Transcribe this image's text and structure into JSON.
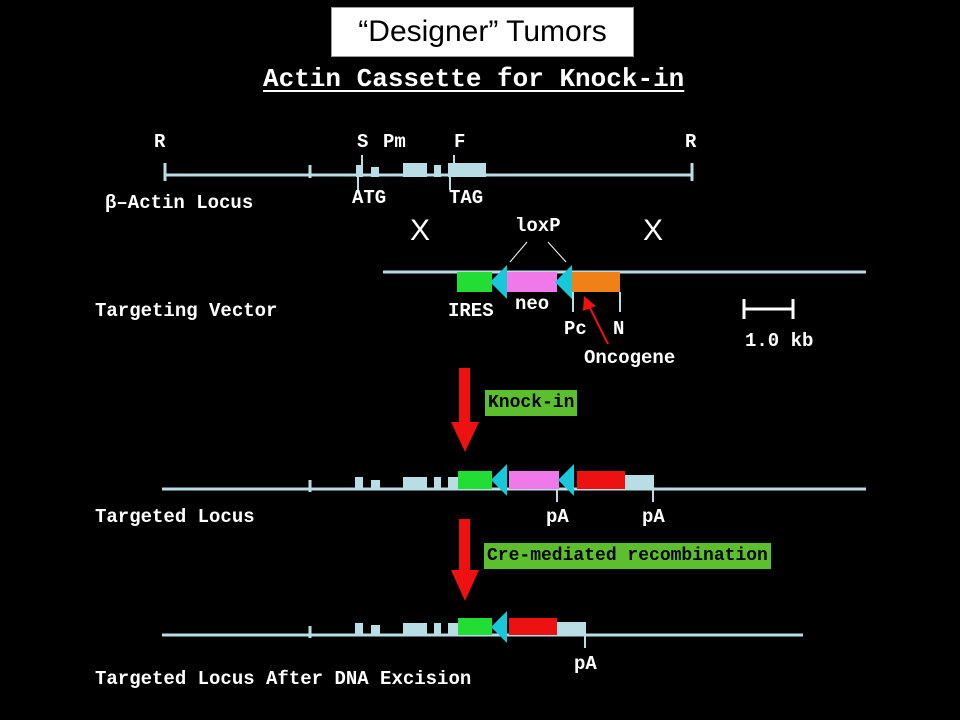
{
  "title": "“Designer” Tumors",
  "subtitle": "Actin Cassette for Knock-in",
  "locus": {
    "label": "β–Actin Locus",
    "sites": {
      "r_left": "R",
      "s": "S",
      "pm": "Pm",
      "f": "F",
      "r_right": "R"
    },
    "atg": "ATG",
    "tag": "TAG"
  },
  "crossover": {
    "left": "X",
    "right": "X"
  },
  "vector": {
    "label": "Targeting Vector",
    "loxp": "loxP",
    "ires": "IRES",
    "neo": "neo",
    "pc": "Pc",
    "n": "N",
    "oncogene": "Oncogene"
  },
  "scale_bar": {
    "label": "1.0 kb"
  },
  "steps": {
    "knock_in": "Knock-in",
    "cre": "Cre-mediated recombination"
  },
  "targeted": {
    "label": "Targeted Locus",
    "pa1": "pA",
    "pa2": "pA"
  },
  "excised": {
    "label": "Targeted Locus After DNA Excision",
    "pa": "pA"
  },
  "colors": {
    "background": "#000000",
    "line": "#b8dde4",
    "ires": "#22dd33",
    "neo": "#f078e8",
    "loxp": "#19c8d8",
    "oncogene_vector": "#f08018",
    "oncogene_targeted": "#ee1111",
    "arrow": "#ee1111",
    "step_box": "#5cc02e"
  }
}
